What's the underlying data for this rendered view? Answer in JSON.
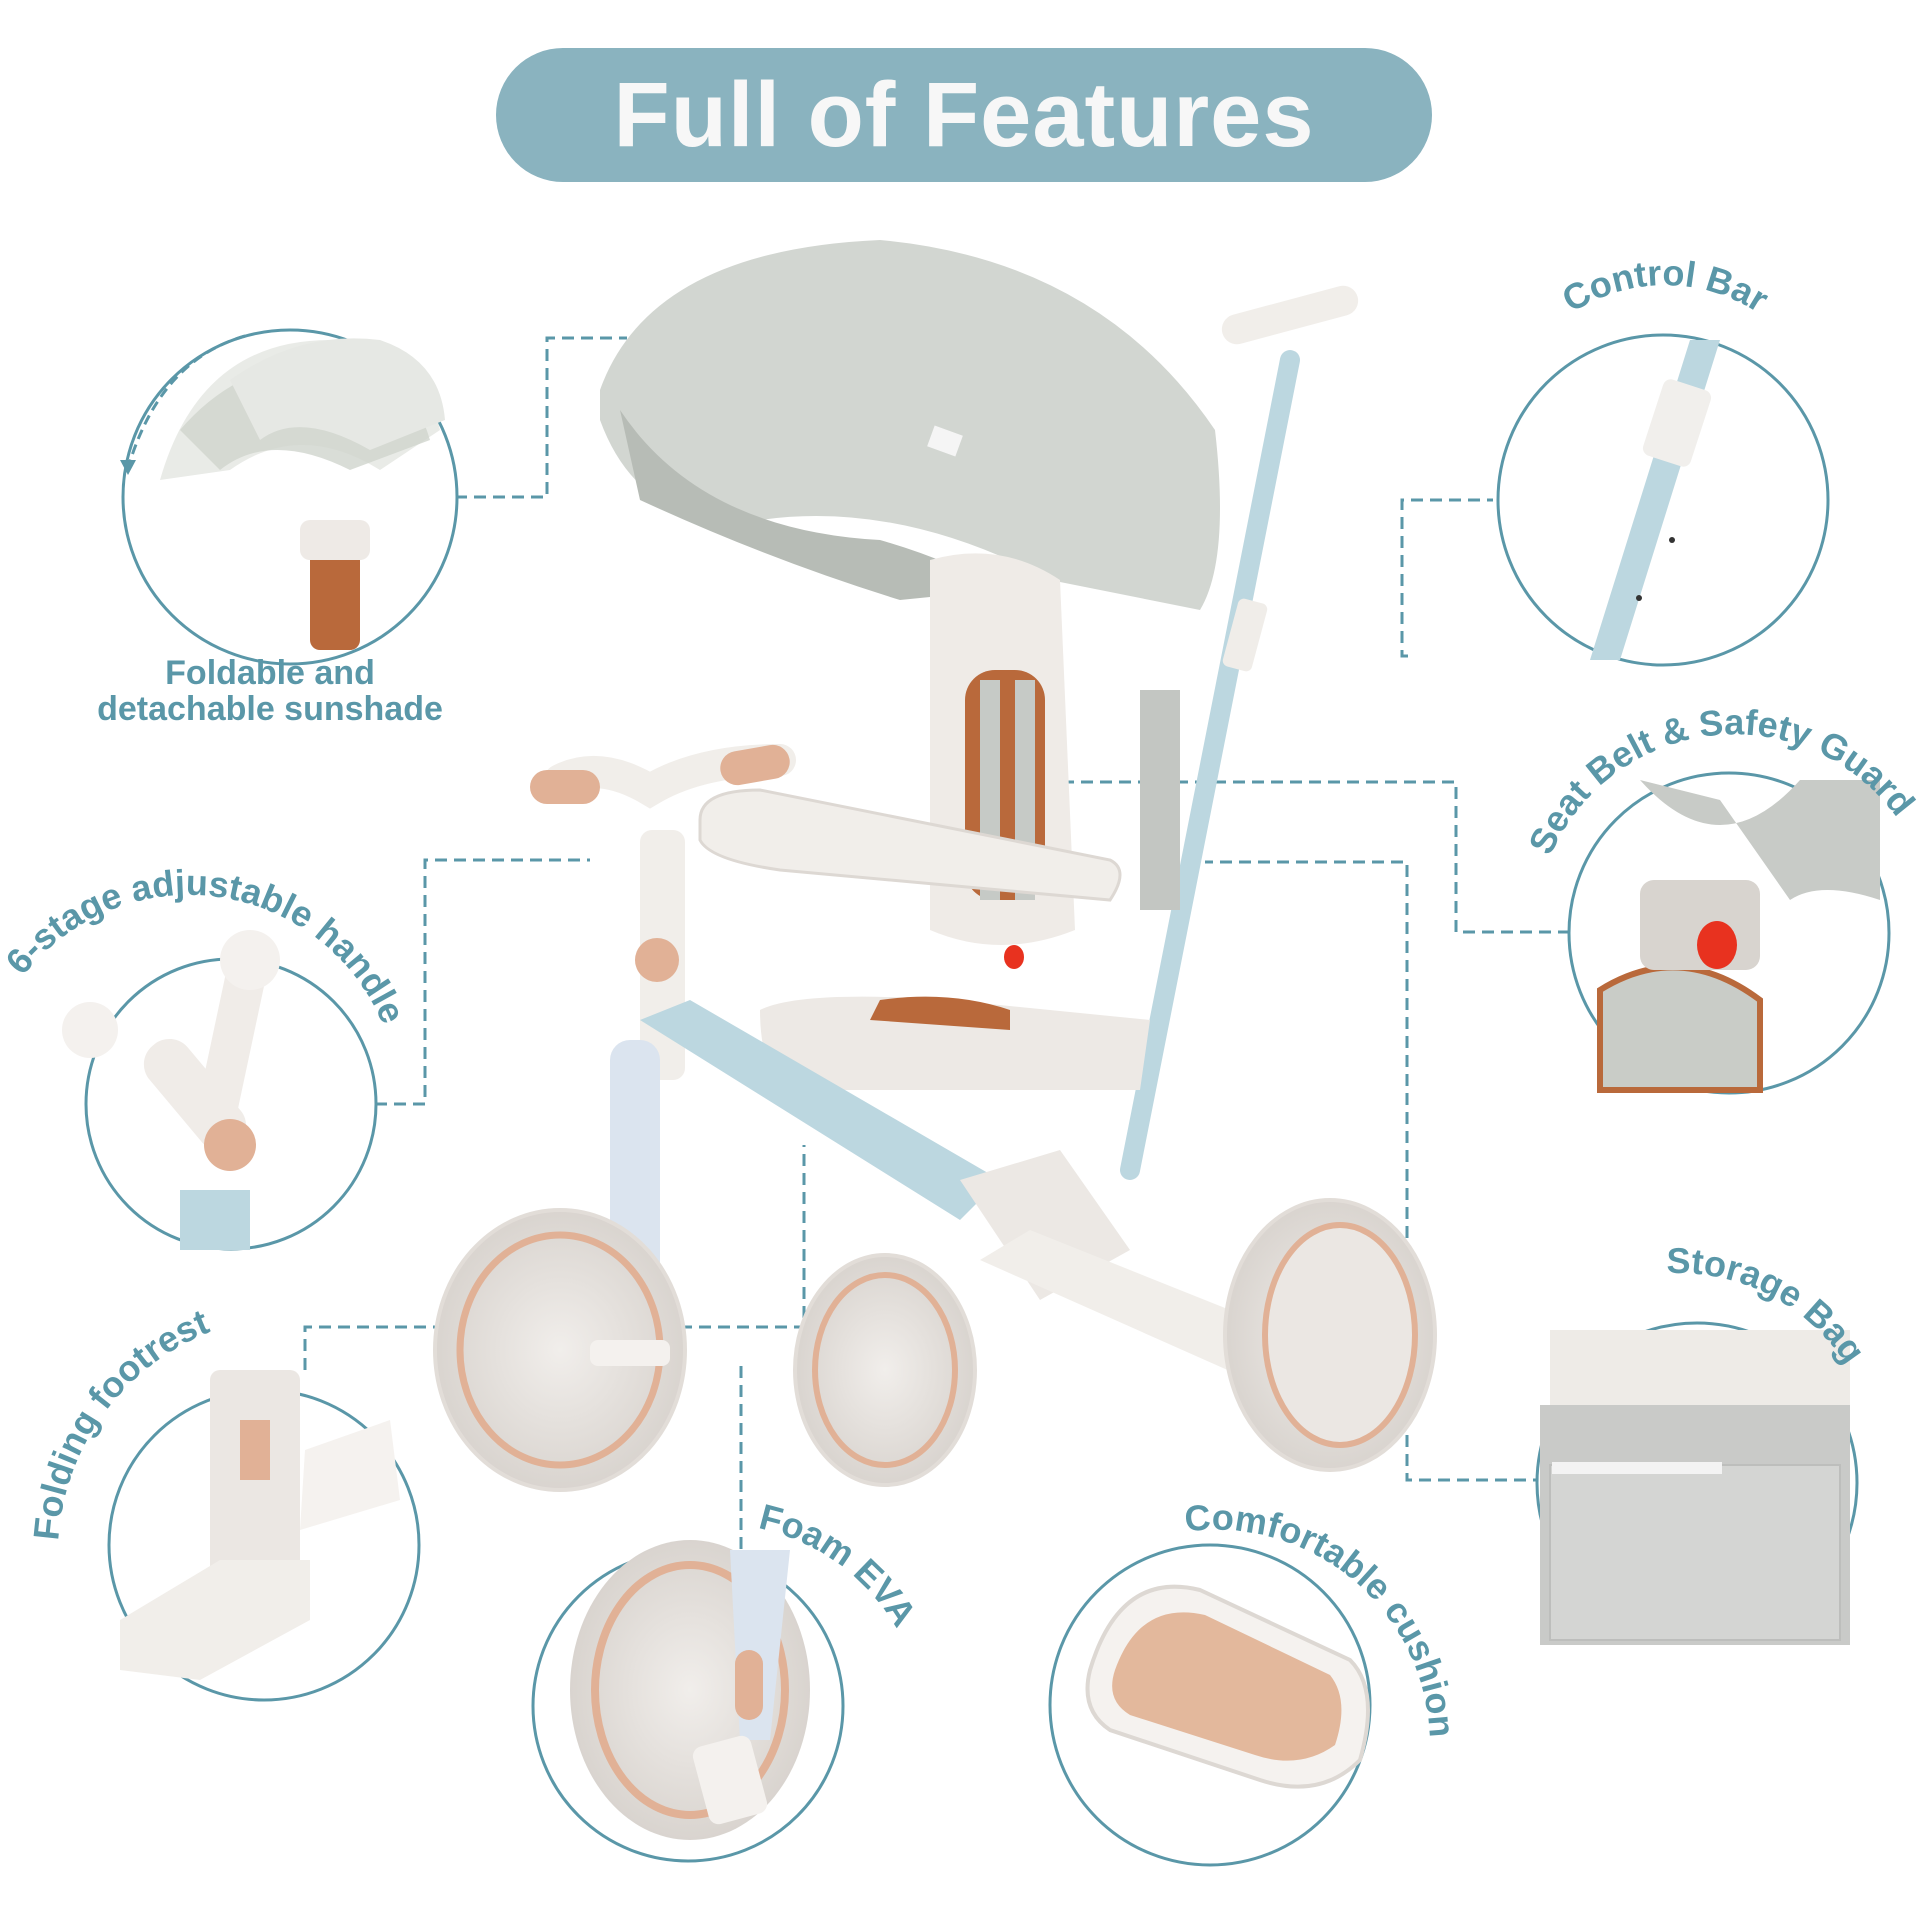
{
  "title": "Full of Features",
  "colors": {
    "accent": "#5a97a8",
    "title_pill": "#8ab3bf",
    "title_text": "#f7f7f7",
    "frame_white": "#eeeae6",
    "frame_blue": "#bcd7e0",
    "accent_peach": "#e1b196",
    "canopy_grey": "#d2d6d1",
    "cushion_brown": "#b9693b",
    "buckle_red": "#e8321f"
  },
  "product": {
    "name": "Kids tricycle with canopy and push bar"
  },
  "features": [
    {
      "id": "sunshade",
      "label_line1": "Foldable and",
      "label_line2": "detachable sunshade"
    },
    {
      "id": "control-bar",
      "label": "Control Bar"
    },
    {
      "id": "seat-belt",
      "label": "Seat Belt & Safety Guard"
    },
    {
      "id": "handle",
      "label": "6-stage adjustable handle"
    },
    {
      "id": "storage-bag",
      "label": "Storage Bag"
    },
    {
      "id": "footrest",
      "label": "Folding footrest"
    },
    {
      "id": "foam-eva",
      "label": "Foam EVA"
    },
    {
      "id": "cushion",
      "label": "Comfortable cushion"
    }
  ]
}
